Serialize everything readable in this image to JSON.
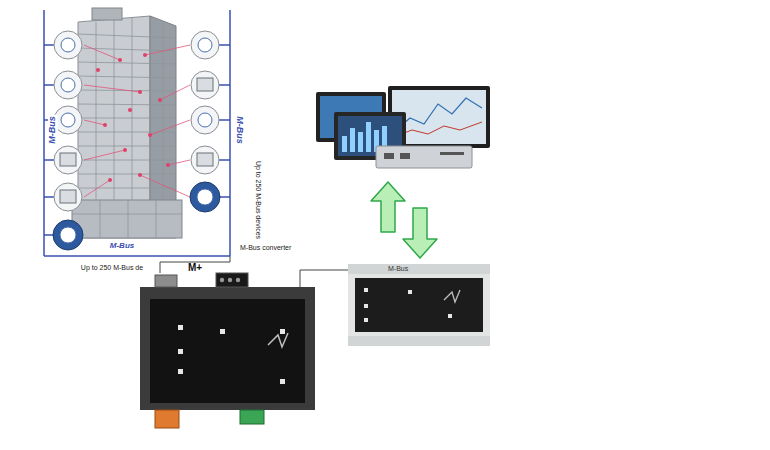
{
  "diagram": {
    "nodes": [
      {
        "text": [
          "M+"
        ]
      },
      {
        "text": [
          "M-Bus"
        ]
      }
    ],
    "edges": [
      {
        "from": 0,
        "to": 1,
        "arrow": "none",
        "label": "M-Bus converter"
      }
    ],
    "labels": [
      "M-Bus",
      "M-Bus",
      "M-Bus",
      "Up to 250 M-Bus devices",
      "Up to 250 M-Bus de"
    ]
  }
}
